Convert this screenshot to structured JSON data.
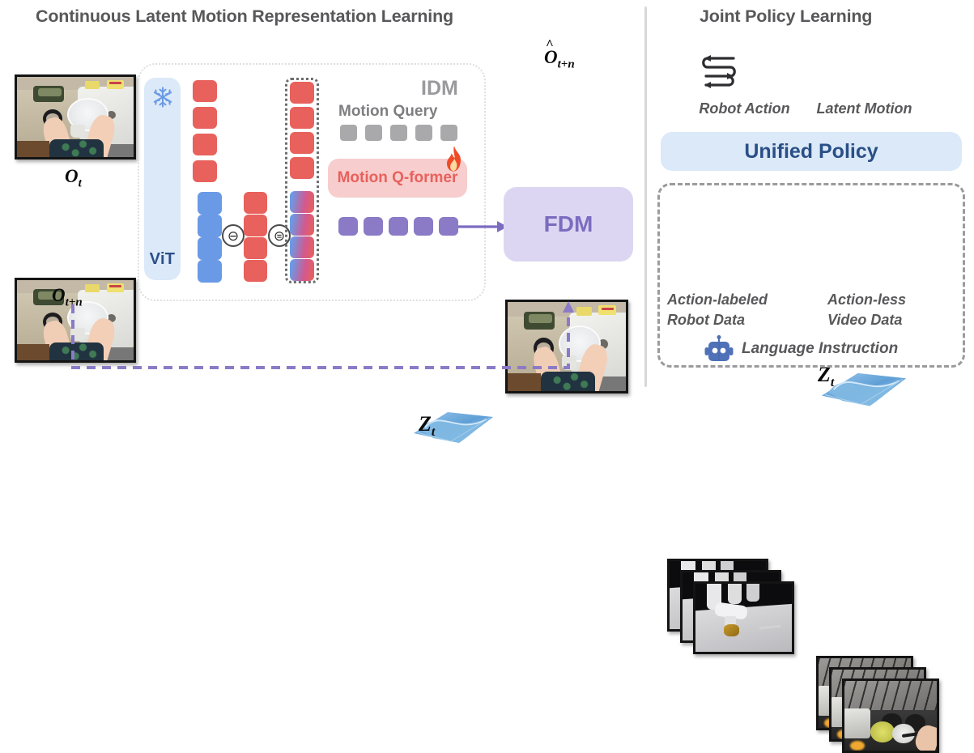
{
  "titles": {
    "left": "Continuous Latent Motion Representation Learning",
    "right": "Joint Policy Learning"
  },
  "left_panel": {
    "observations": [
      {
        "id": "obs-t",
        "label": "O",
        "sub": "t",
        "scene": "person washing a dish at a kitchen sink, egocentric view"
      },
      {
        "id": "obs-t-plus-n",
        "label": "O",
        "sub": "t+n",
        "scene": "person washing a dish at a kitchen sink, egocentric view"
      }
    ],
    "prediction": {
      "id": "obs-hat-t-plus-n",
      "label": "Ô",
      "sub": "t+n",
      "hat": "^",
      "base": "O"
    },
    "encoder": {
      "name": "ViT",
      "frozen_icon": "snowflake-icon",
      "frozen": true
    },
    "tokens": {
      "feature_red_count": 4,
      "feature_blue_count": 4,
      "diff_red_count": 4,
      "result_count": 8,
      "minus_symbol": "⊖",
      "equals_symbol": "⊜",
      "motion_query_count": 5,
      "latent_token_count": 5
    },
    "idm_label": "IDM",
    "motion_query_label": "Motion Query",
    "qformer_label": "Motion Q-former",
    "qformer_icon": "flame-icon",
    "qformer_trainable": true,
    "latent_label": "Z",
    "latent_sub": "t",
    "fdm_label": "FDM"
  },
  "right_panel": {
    "legend": [
      {
        "icon": "robot-action-trajectory-icon",
        "label": "Robot Action"
      },
      {
        "icon": "latent-motion-surface-icon",
        "label": "Latent Motion",
        "symbol": "Z",
        "symbol_sub": "t"
      }
    ],
    "policy_label": "Unified Policy",
    "data_sources": [
      {
        "id": "robot-data",
        "label_line1": "Action-labeled",
        "label_line2": "Robot Data",
        "scene": "robot arm gripper picking an object on a white table"
      },
      {
        "id": "video-data",
        "label_line1": "Action-less",
        "label_line2": "Video Data",
        "scene": "human cooking at a stovetop with pans"
      }
    ],
    "instruction": {
      "icon": "robot-face-icon",
      "label": "Language Instruction"
    }
  },
  "colors": {
    "token_red": "#e8615c",
    "token_blue": "#6a9ae6",
    "token_purple": "#8b7ac6",
    "token_gray": "#a9a9ac",
    "vit_bg": "#dbe9f8",
    "vit_text": "#2a4f87",
    "qformer_bg": "#f7cdcd",
    "fdm_bg": "#ddd6f2",
    "fdm_text": "#7c6cc0",
    "arrow_purple": "#7c6cc0",
    "title_gray": "#58585a"
  }
}
